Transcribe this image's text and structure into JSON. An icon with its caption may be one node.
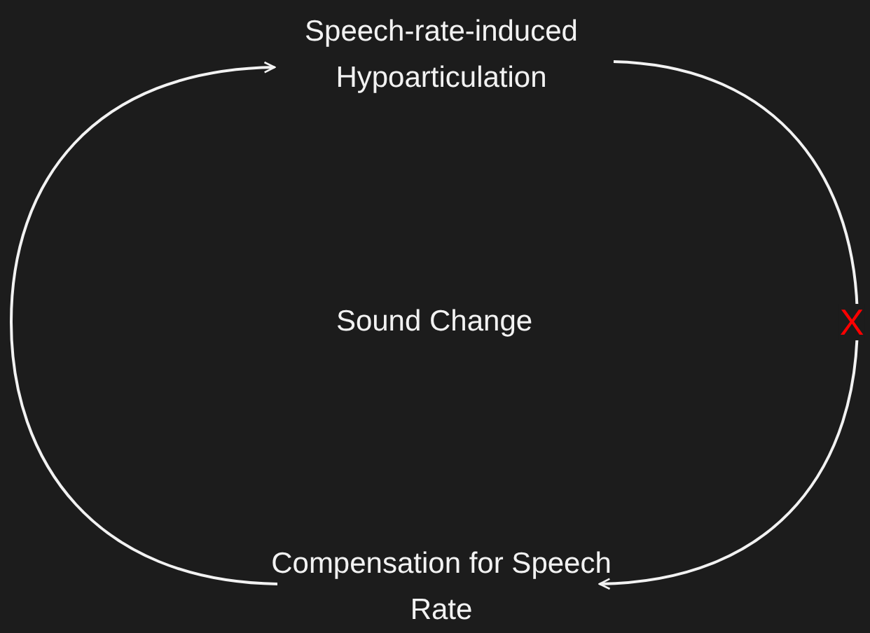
{
  "diagram": {
    "nodes": [
      {
        "text": [
          "Speech-rate-induced Hypoarticulation"
        ]
      },
      {
        "text": [
          "Compensation for Speech Rate"
        ]
      }
    ],
    "edges": [
      {
        "from": 0,
        "to": 1,
        "arrow": "to",
        "label": "X"
      },
      {
        "from": 1,
        "to": 0,
        "arrow": "to"
      }
    ],
    "labels": [
      "Sound Change"
    ]
  }
}
